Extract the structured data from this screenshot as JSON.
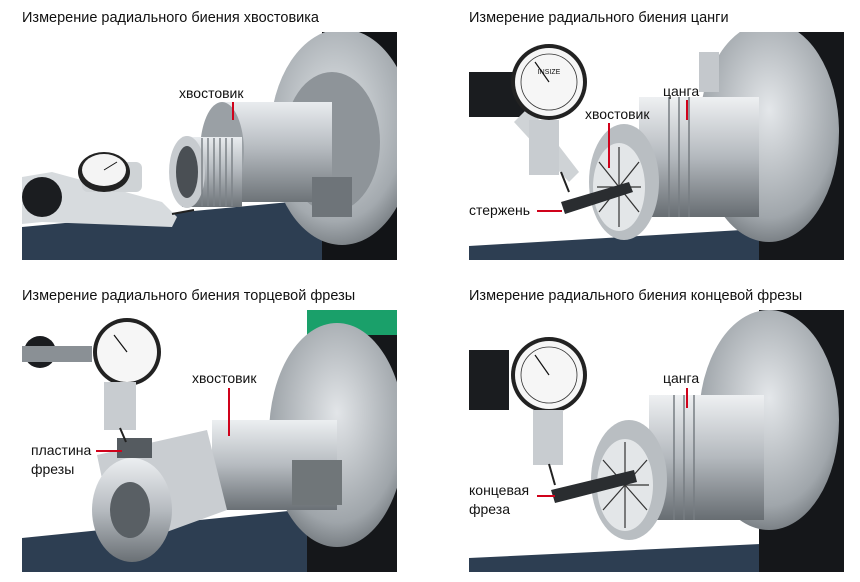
{
  "panels": [
    {
      "title": "Измерение радиального биения хвостовика",
      "callouts": [
        "хвостовик"
      ]
    },
    {
      "title": "Измерение радиального биения цанги",
      "callouts": [
        "цанга",
        "хвостовик",
        "стержень"
      ]
    },
    {
      "title": "Измерение радиального биения торцевой фрезы",
      "callouts": [
        "хвостовик",
        "пластина",
        "фрезы"
      ]
    },
    {
      "title": "Измерение радиального биения концевой фрезы",
      "callouts": [
        "цанга",
        "концевая",
        "фреза"
      ]
    }
  ],
  "dial_brand": "INSIZE",
  "colors": {
    "leader": "#d0021b",
    "steel": "#b8bdc2",
    "dark": "#1e2226",
    "bench": "#2d3e52",
    "green": "#1aa06a"
  }
}
